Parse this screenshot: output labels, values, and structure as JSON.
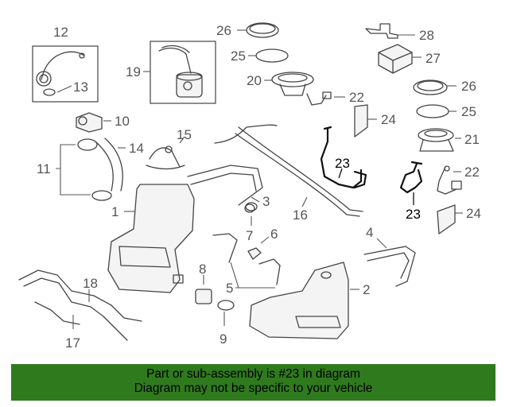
{
  "callouts": {
    "c1": "1",
    "c2": "2",
    "c3": "3",
    "c4": "4",
    "c5": "5",
    "c6": "6",
    "c7": "7",
    "c8": "8",
    "c9": "9",
    "c10": "10",
    "c11": "11",
    "c12": "12",
    "c13": "13",
    "c14": "14",
    "c15": "15",
    "c16": "16",
    "c17": "17",
    "c18": "18",
    "c19": "19",
    "c20": "20",
    "c21": "21",
    "c22a": "22",
    "c22b": "22",
    "c23a": "23",
    "c23b": "23",
    "c24a": "24",
    "c24b": "24",
    "c25a": "25",
    "c25b": "25",
    "c26a": "26",
    "c26b": "26",
    "c27": "27",
    "c28": "28"
  },
  "footer": {
    "line1": "Part or sub-assembly is #23 in diagram",
    "line2": "Diagram may not be specific to your vehicle"
  },
  "colors": {
    "footer_bg": "#2f7a1d",
    "highlight": "#111111",
    "line": "#444444"
  }
}
